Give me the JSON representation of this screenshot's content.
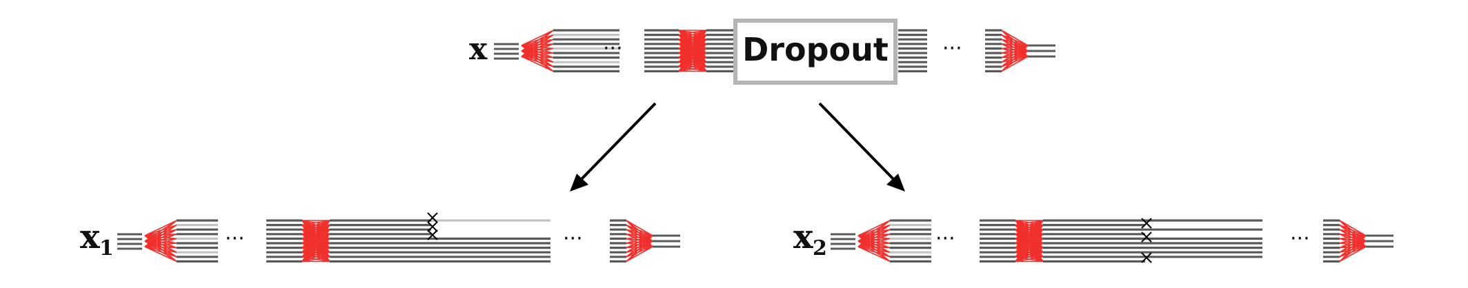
{
  "input": {
    "label": "x"
  },
  "dropout": {
    "label": "Dropout"
  },
  "outputs": [
    {
      "label": "x",
      "subscript": "1"
    },
    {
      "label": "x",
      "subscript": "2"
    }
  ],
  "ellipsis": "···",
  "dropped_mark": "×",
  "colors": {
    "line_dark": "#595959",
    "line_light": "#c3c3c3",
    "fan": "#f0302c",
    "arrow": "#000000",
    "box_border": "#b5b5b5",
    "box_fill": "#ffffff"
  }
}
